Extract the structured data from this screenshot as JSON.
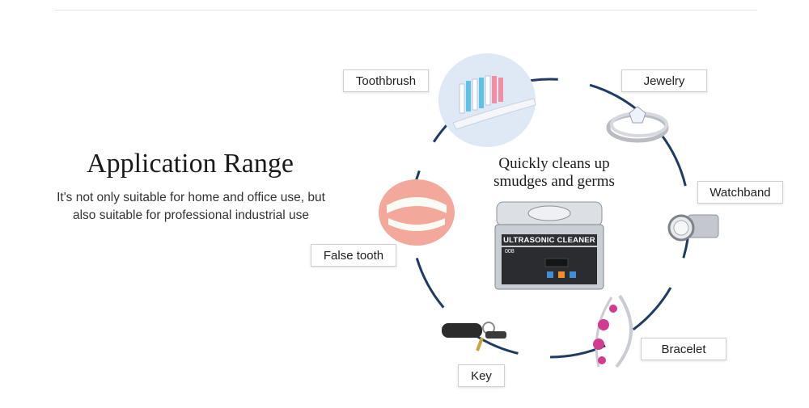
{
  "heading": {
    "title": "Application Range",
    "subtitle_line1": "It's not only suitable for home and office use, but",
    "subtitle_line2": "also suitable for professional industrial use"
  },
  "center": {
    "caption_line1": "Quickly cleans up",
    "caption_line2": "smudges and germs",
    "device_label": "ULTRASONIC CLEANER",
    "device_model": "008"
  },
  "items": [
    {
      "label": "Toothbrush",
      "icon": "toothbrush-icon"
    },
    {
      "label": "Jewelry",
      "icon": "ring-icon"
    },
    {
      "label": "Watchband",
      "icon": "watch-icon"
    },
    {
      "label": "False tooth",
      "icon": "denture-icon"
    },
    {
      "label": "Bracelet",
      "icon": "bracelet-icon"
    },
    {
      "label": "Key",
      "icon": "key-icon"
    }
  ],
  "colors": {
    "ring": "#1f3b64",
    "label_border": "#cfcfcf",
    "text": "#1a1a1a"
  }
}
